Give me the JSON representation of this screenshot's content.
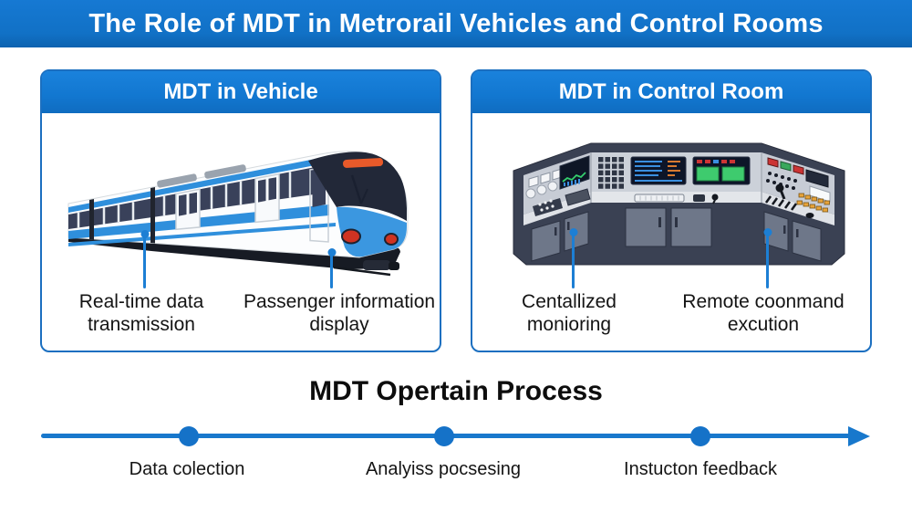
{
  "banner": {
    "title": "The Role of MDT in Metrorail Vehicles and Control Rooms"
  },
  "vehicle_panel": {
    "title": "MDT in Vehicle",
    "callouts": [
      {
        "line1": "Real-time data",
        "line2": "transmission"
      },
      {
        "line1": "Passenger information",
        "line2": "display"
      }
    ]
  },
  "control_panel": {
    "title": "MDT in Control Room",
    "callouts": [
      {
        "line1": "Centallized",
        "line2": "monioring"
      },
      {
        "line1": "Remote coonmand",
        "line2": "excution"
      }
    ]
  },
  "process": {
    "title": "MDT Opertain Process",
    "steps": [
      {
        "label": "Data colection"
      },
      {
        "label": "Analyiss pocsesing"
      },
      {
        "label": "Instucton feedback"
      }
    ]
  },
  "icons": {
    "vehicle_illustration": "train-illustration",
    "control_illustration": "control-console-illustration",
    "timeline_node": "timeline-dot",
    "timeline_end": "arrow-right-icon"
  },
  "colors": {
    "banner_blue": "#1171c6",
    "panel_header_blue": "#1277d0",
    "panel_border_blue": "#1b6fc0",
    "callout_blue": "#1d7fd4",
    "timeline_blue": "#1878cc",
    "train_stripe_blue": "#2f8fdc",
    "console_navy": "#3a4153",
    "text_dark": "#141414"
  }
}
